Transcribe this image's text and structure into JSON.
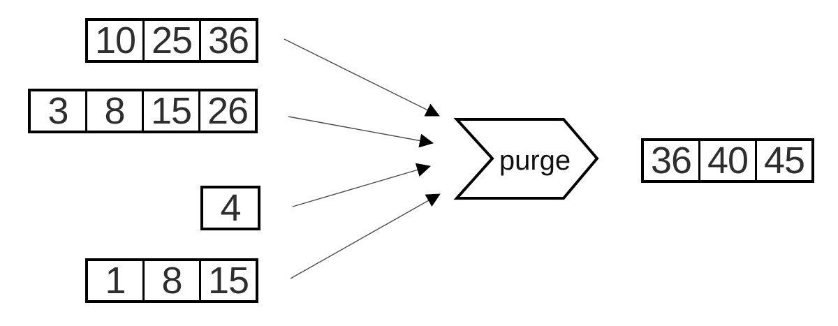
{
  "diagram": {
    "inputs": [
      {
        "id": "input-array-1",
        "values": [
          "10",
          "25",
          "36"
        ]
      },
      {
        "id": "input-array-2",
        "values": [
          "3",
          "8",
          "15",
          "26"
        ]
      },
      {
        "id": "input-array-3",
        "values": [
          "4"
        ]
      },
      {
        "id": "input-array-4",
        "values": [
          "1",
          "8",
          "15"
        ]
      }
    ],
    "operation_label": "purge",
    "output": {
      "id": "output-array",
      "values": [
        "36",
        "40",
        "45"
      ]
    },
    "colors": {
      "background": "#ffffff",
      "outline": "#000000",
      "digit_text": "#2e2e2e",
      "connector_line": "#4d4d4d"
    }
  }
}
